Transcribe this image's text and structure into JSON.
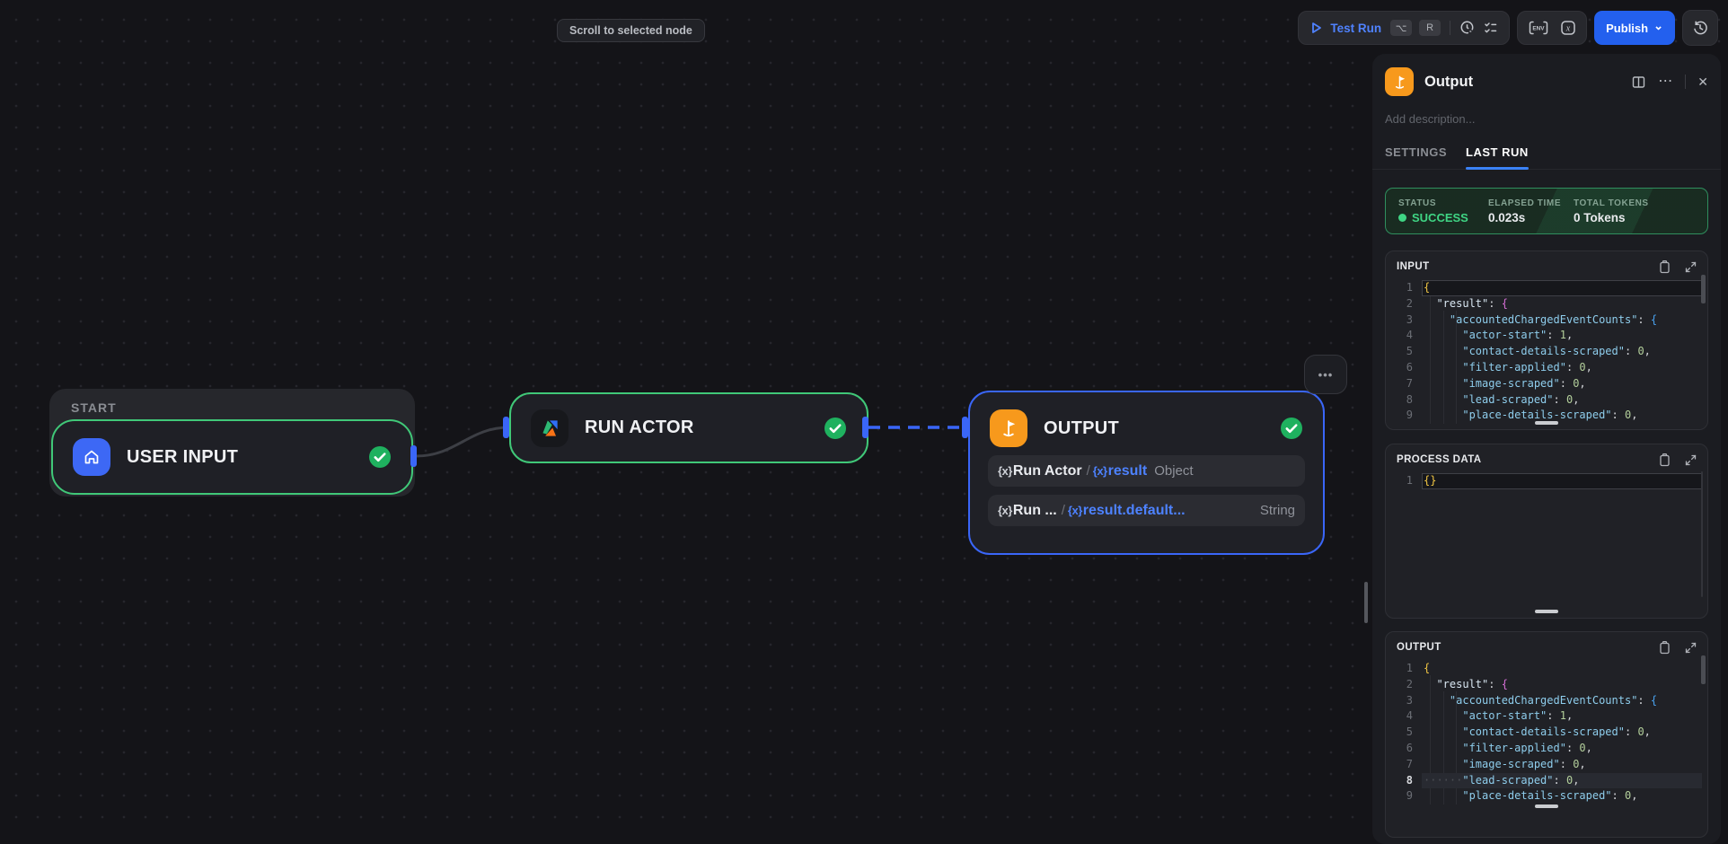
{
  "icons": {
    "var_glyph": "{x}",
    "ellipsis": "⋯",
    "close": "✕",
    "chevron_down": "⌄",
    "alt_key": "⌥",
    "r_key": "R",
    "env_label": "ENV",
    "x_label": "x",
    "more_dots": "•••"
  },
  "tooltip": {
    "label": "Scroll to selected node"
  },
  "toolbar": {
    "test_run_label": "Test Run",
    "publish_label": "Publish"
  },
  "canvas": {
    "start_label": "START",
    "user_input": {
      "label": "USER INPUT"
    },
    "run_actor": {
      "label": "RUN ACTOR"
    },
    "output": {
      "label": "OUTPUT",
      "mappings": [
        {
          "source": "Run Actor",
          "sep": "/",
          "ref": "result",
          "type": "Object"
        },
        {
          "source": "Run ...",
          "sep": "/",
          "ref": "result.default...",
          "type": "String"
        }
      ]
    }
  },
  "panel": {
    "title": "Output",
    "description_placeholder": "Add description...",
    "tabs": [
      {
        "label": "SETTINGS"
      },
      {
        "label": "LAST RUN"
      }
    ],
    "status": {
      "status_label": "STATUS",
      "status_value": "SUCCESS",
      "elapsed_label": "ELAPSED TIME",
      "elapsed_value": "0.023s",
      "tokens_label": "TOTAL TOKENS",
      "tokens_value": "0 Tokens"
    }
  },
  "code": {
    "input": {
      "title": "INPUT",
      "lines": [
        {
          "active": true,
          "tokens": [
            {
              "t": "{",
              "c": "y"
            }
          ]
        },
        {
          "tokens": [
            {
              "t": "  "
            },
            {
              "t": "\"result\"",
              "c": "k2"
            },
            {
              "t": ": "
            },
            {
              "t": "{",
              "c": "m"
            }
          ]
        },
        {
          "tokens": [
            {
              "t": "    "
            },
            {
              "t": "\"accountedChargedEventCounts\"",
              "c": "k"
            },
            {
              "t": ": "
            },
            {
              "t": "{",
              "c": "b"
            }
          ]
        },
        {
          "tokens": [
            {
              "t": "      "
            },
            {
              "t": "\"actor-start\"",
              "c": "k"
            },
            {
              "t": ": "
            },
            {
              "t": "1",
              "c": "n"
            },
            {
              "t": ","
            }
          ]
        },
        {
          "tokens": [
            {
              "t": "      "
            },
            {
              "t": "\"contact-details-scraped\"",
              "c": "k"
            },
            {
              "t": ": "
            },
            {
              "t": "0",
              "c": "n"
            },
            {
              "t": ","
            }
          ]
        },
        {
          "tokens": [
            {
              "t": "      "
            },
            {
              "t": "\"filter-applied\"",
              "c": "k"
            },
            {
              "t": ": "
            },
            {
              "t": "0",
              "c": "n"
            },
            {
              "t": ","
            }
          ]
        },
        {
          "tokens": [
            {
              "t": "      "
            },
            {
              "t": "\"image-scraped\"",
              "c": "k"
            },
            {
              "t": ": "
            },
            {
              "t": "0",
              "c": "n"
            },
            {
              "t": ","
            }
          ]
        },
        {
          "tokens": [
            {
              "t": "      "
            },
            {
              "t": "\"lead-scraped\"",
              "c": "k"
            },
            {
              "t": ": "
            },
            {
              "t": "0",
              "c": "n"
            },
            {
              "t": ","
            }
          ]
        },
        {
          "tokens": [
            {
              "t": "      "
            },
            {
              "t": "\"place-details-scraped\"",
              "c": "k"
            },
            {
              "t": ": "
            },
            {
              "t": "0",
              "c": "n"
            },
            {
              "t": ","
            }
          ]
        }
      ]
    },
    "process_data": {
      "title": "PROCESS DATA",
      "lines": [
        {
          "active": true,
          "tokens": [
            {
              "t": "{}",
              "c": "y"
            }
          ]
        }
      ]
    },
    "output": {
      "title": "OUTPUT",
      "lines": [
        {
          "tokens": [
            {
              "t": "{",
              "c": "y"
            }
          ]
        },
        {
          "tokens": [
            {
              "t": "  "
            },
            {
              "t": "\"result\"",
              "c": "k2"
            },
            {
              "t": ": "
            },
            {
              "t": "{",
              "c": "m"
            }
          ]
        },
        {
          "tokens": [
            {
              "t": "    "
            },
            {
              "t": "\"accountedChargedEventCounts\"",
              "c": "k"
            },
            {
              "t": ": "
            },
            {
              "t": "{",
              "c": "b"
            }
          ]
        },
        {
          "tokens": [
            {
              "t": "      "
            },
            {
              "t": "\"actor-start\"",
              "c": "k"
            },
            {
              "t": ": "
            },
            {
              "t": "1",
              "c": "n"
            },
            {
              "t": ","
            }
          ]
        },
        {
          "tokens": [
            {
              "t": "      "
            },
            {
              "t": "\"contact-details-scraped\"",
              "c": "k"
            },
            {
              "t": ": "
            },
            {
              "t": "0",
              "c": "n"
            },
            {
              "t": ","
            }
          ]
        },
        {
          "tokens": [
            {
              "t": "      "
            },
            {
              "t": "\"filter-applied\"",
              "c": "k"
            },
            {
              "t": ": "
            },
            {
              "t": "0",
              "c": "n"
            },
            {
              "t": ","
            }
          ]
        },
        {
          "tokens": [
            {
              "t": "      "
            },
            {
              "t": "\"image-scraped\"",
              "c": "k"
            },
            {
              "t": ": "
            },
            {
              "t": "0",
              "c": "n"
            },
            {
              "t": ","
            }
          ]
        },
        {
          "sel": true,
          "tokens": [
            {
              "t": "······",
              "c": "ws"
            },
            {
              "t": "\"lead-scraped\"",
              "c": "k"
            },
            {
              "t": ": "
            },
            {
              "t": "0",
              "c": "n"
            },
            {
              "t": ","
            }
          ]
        },
        {
          "tokens": [
            {
              "t": "      "
            },
            {
              "t": "\"place-details-scraped\"",
              "c": "k"
            },
            {
              "t": ": "
            },
            {
              "t": "0",
              "c": "n"
            },
            {
              "t": ","
            }
          ]
        }
      ]
    }
  },
  "colors": {
    "accent_blue": "#2360ee",
    "node_green": "#40c878",
    "selection_blue": "#3a66f8",
    "success_green": "#3fd584",
    "output_orange": "#f7991c"
  }
}
